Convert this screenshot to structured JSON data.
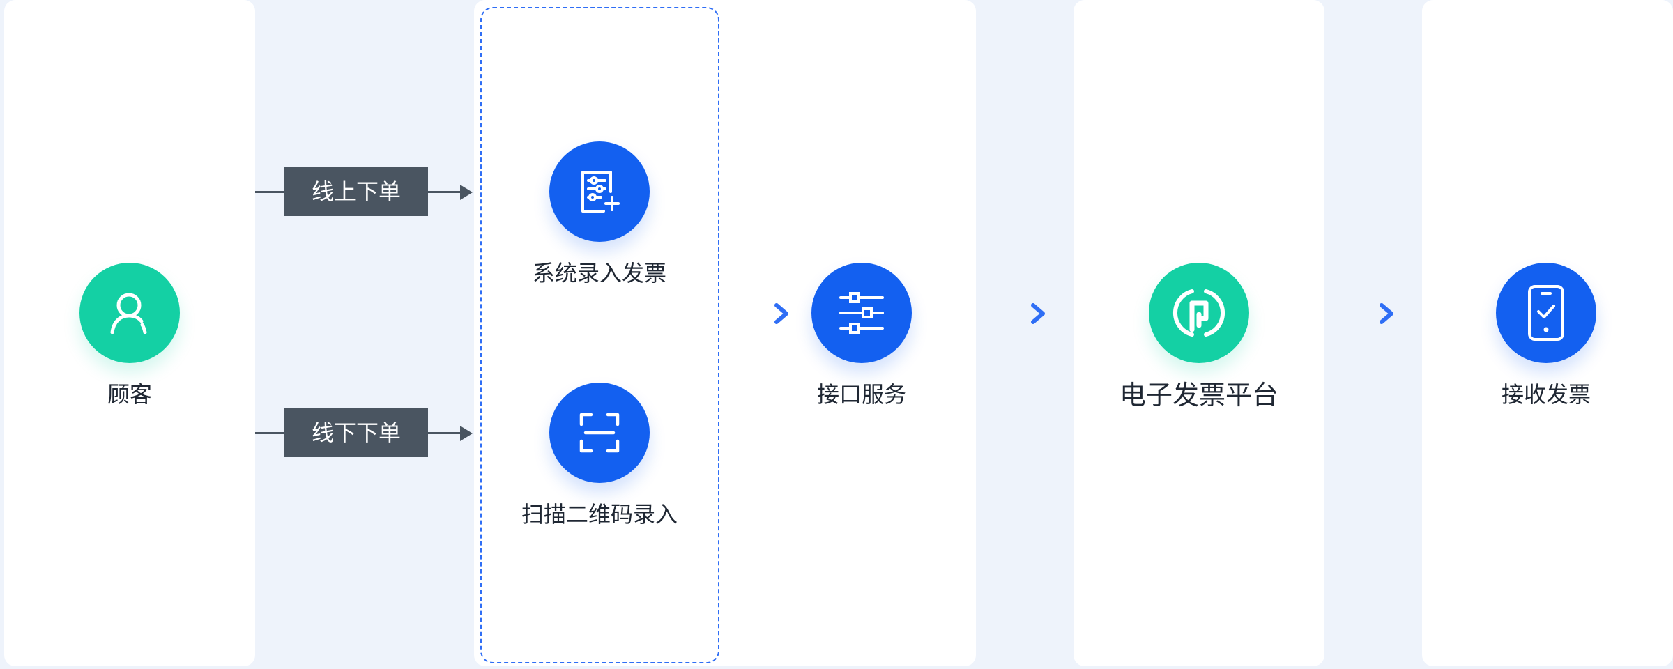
{
  "nodes": {
    "customer": "顾客",
    "system_entry": "系统录入发票",
    "scan_entry": "扫描二维码录入",
    "interface_service": "接口服务",
    "platform": "电子发票平台",
    "receive": "接收发票"
  },
  "steps": {
    "online": "线上下单",
    "offline": "线下下单"
  },
  "icons": {
    "customer": "user-icon",
    "system_entry": "form-add-icon",
    "scan_entry": "scan-icon",
    "interface_service": "sliders-icon",
    "platform": "platform-logo-icon",
    "receive": "phone-check-icon"
  },
  "colors": {
    "background": "#eef3fb",
    "panel": "#ffffff",
    "blue": "#1360f0",
    "green": "#14d0a4",
    "tag": "#4a5561",
    "dashed": "#2f6ef5",
    "text": "#1f2733"
  }
}
